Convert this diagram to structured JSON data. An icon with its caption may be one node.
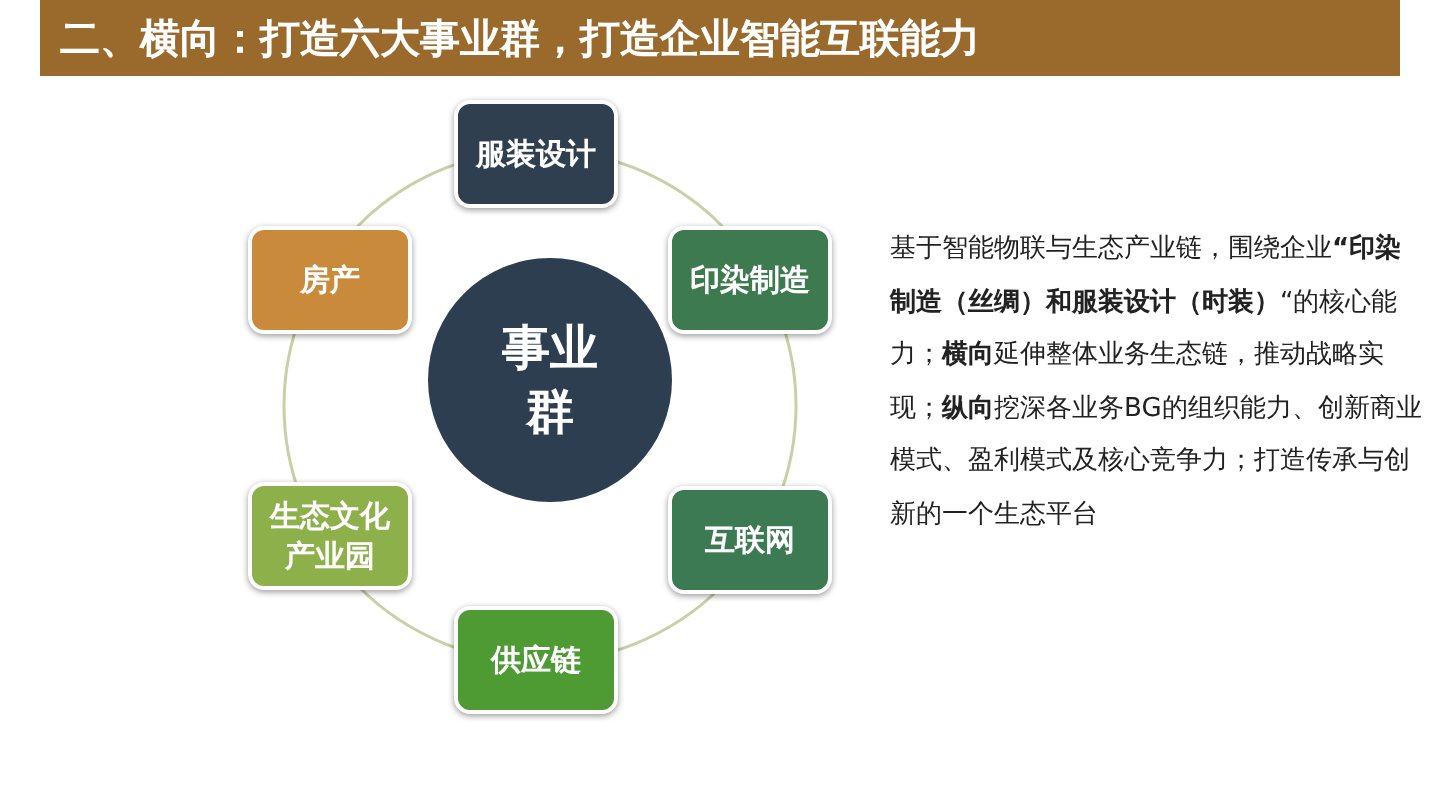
{
  "diagram": {
    "title": "二、横向：打造六大事业群，打造企业智能互联能力",
    "nodes": [
      {
        "text": [
          "服装设计"
        ]
      },
      {
        "text": [
          "房产"
        ]
      },
      {
        "text": [
          "印染制造"
        ]
      },
      {
        "text": [
          "事业群"
        ]
      },
      {
        "text": [
          "生态文化产业园"
        ]
      },
      {
        "text": [
          "互联网"
        ]
      },
      {
        "text": [
          "供应链"
        ]
      }
    ],
    "labels": [
      "基于智能物联与生态产业链，围绕企业**“印染制造（丝绸）和服装设计（时装）**“的核心能力；**横向**延伸整体业务生态链，推动战略实现；**纵向**挖深各业务BG的组织能力、创新商业模式、盈利模式及核心竞争力；打造传承与创新的一个生态平台"
    ]
  }
}
